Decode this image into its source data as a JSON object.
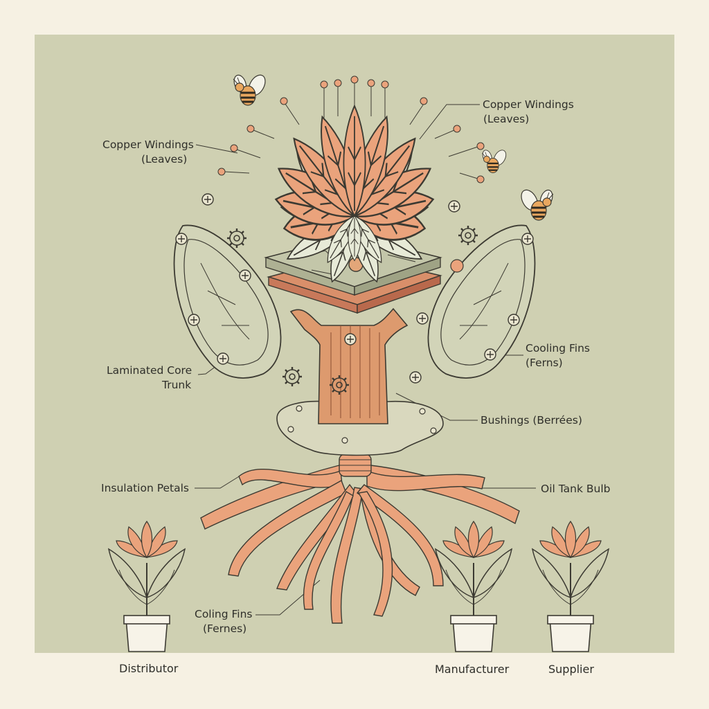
{
  "colors": {
    "paper": "#f6f1e3",
    "panel": "#cfd0b2",
    "ink": "#3c3a32",
    "copper": "#eaa37c",
    "copper_dark": "#b8684a",
    "pale_leaf": "#e7ead7",
    "pot": "#f7f3e8"
  },
  "labels": {
    "copper_left_l1": "Copper Windings",
    "copper_left_l2": "(Leaves)",
    "copper_right_l1": "Copper Windings",
    "copper_right_l2": "(Leaves)",
    "laminated_l1": "Laminated Core",
    "laminated_l2": "Trunk",
    "cooling_right_l1": "Cooling Fins",
    "cooling_right_l2": "(Ferns)",
    "bushings": "Bushings (Berrées)",
    "insulation": "Insulation Petals",
    "oil_tank": "Oil Tank Bulb",
    "coling_l1": "Coling Fins",
    "coling_l2": "(Fernes)"
  },
  "pots": {
    "distributor": "Distributor",
    "manufacturer": "Manufacturer",
    "supplier": "Supplier"
  },
  "icons": [
    "bee-icon",
    "gear-icon",
    "screw-icon",
    "lotus-flower-icon",
    "potted-plant-icon"
  ]
}
